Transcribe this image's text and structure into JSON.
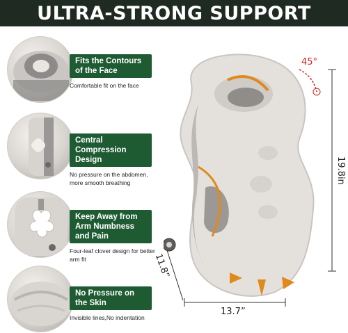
{
  "banner": {
    "title": "ULTRA-STRONG SUPPORT"
  },
  "features": [
    {
      "title": "Fits the Contours of the Face",
      "description": "Comfortable fit on the face"
    },
    {
      "title": "Central Compression Design",
      "description": "No pressure on the abdomen, more smooth breathing"
    },
    {
      "title": "Keep Away from Arm Numbness and Pain",
      "description": "Four-leaf clover design for better arm fit"
    },
    {
      "title": "No Pressure on the Skin",
      "description": "Invisible lines,No indentation"
    }
  ],
  "dimensions": {
    "angle": "45°",
    "height": "19.8in",
    "depth": "11.8”",
    "width": "13.7”"
  },
  "colors": {
    "banner": "#1f2a22",
    "tag": "#1e5b33",
    "accent": "#e08a1e",
    "angle": "#d62020"
  }
}
